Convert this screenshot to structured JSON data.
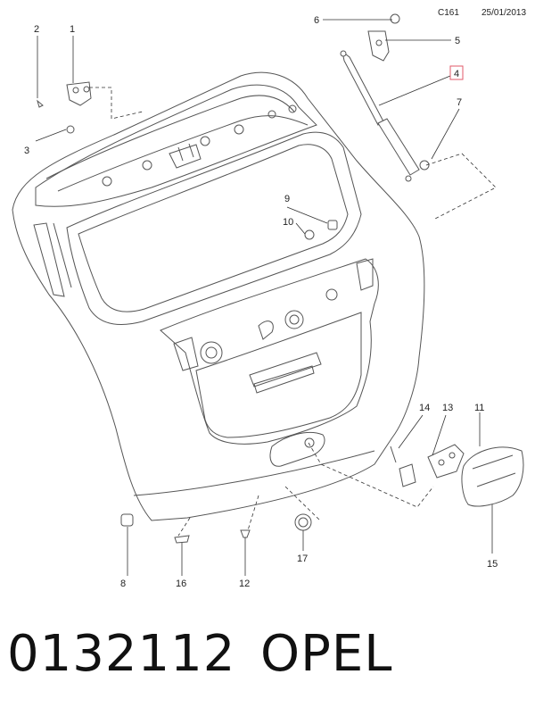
{
  "header": {
    "code": "C161",
    "date": "25/01/2013"
  },
  "footer": {
    "part_number": "0132112",
    "brand": "OPEL"
  },
  "highlight_color": "#e05a6a",
  "callouts": {
    "c1": "1",
    "c2": "2",
    "c3": "3",
    "c4": "4",
    "c5": "5",
    "c6": "6",
    "c7": "7",
    "c8": "8",
    "c9": "9",
    "c10": "10",
    "c11": "11",
    "c12": "12",
    "c13": "13",
    "c14": "14",
    "c15": "15",
    "c16": "16",
    "c17": "17"
  }
}
